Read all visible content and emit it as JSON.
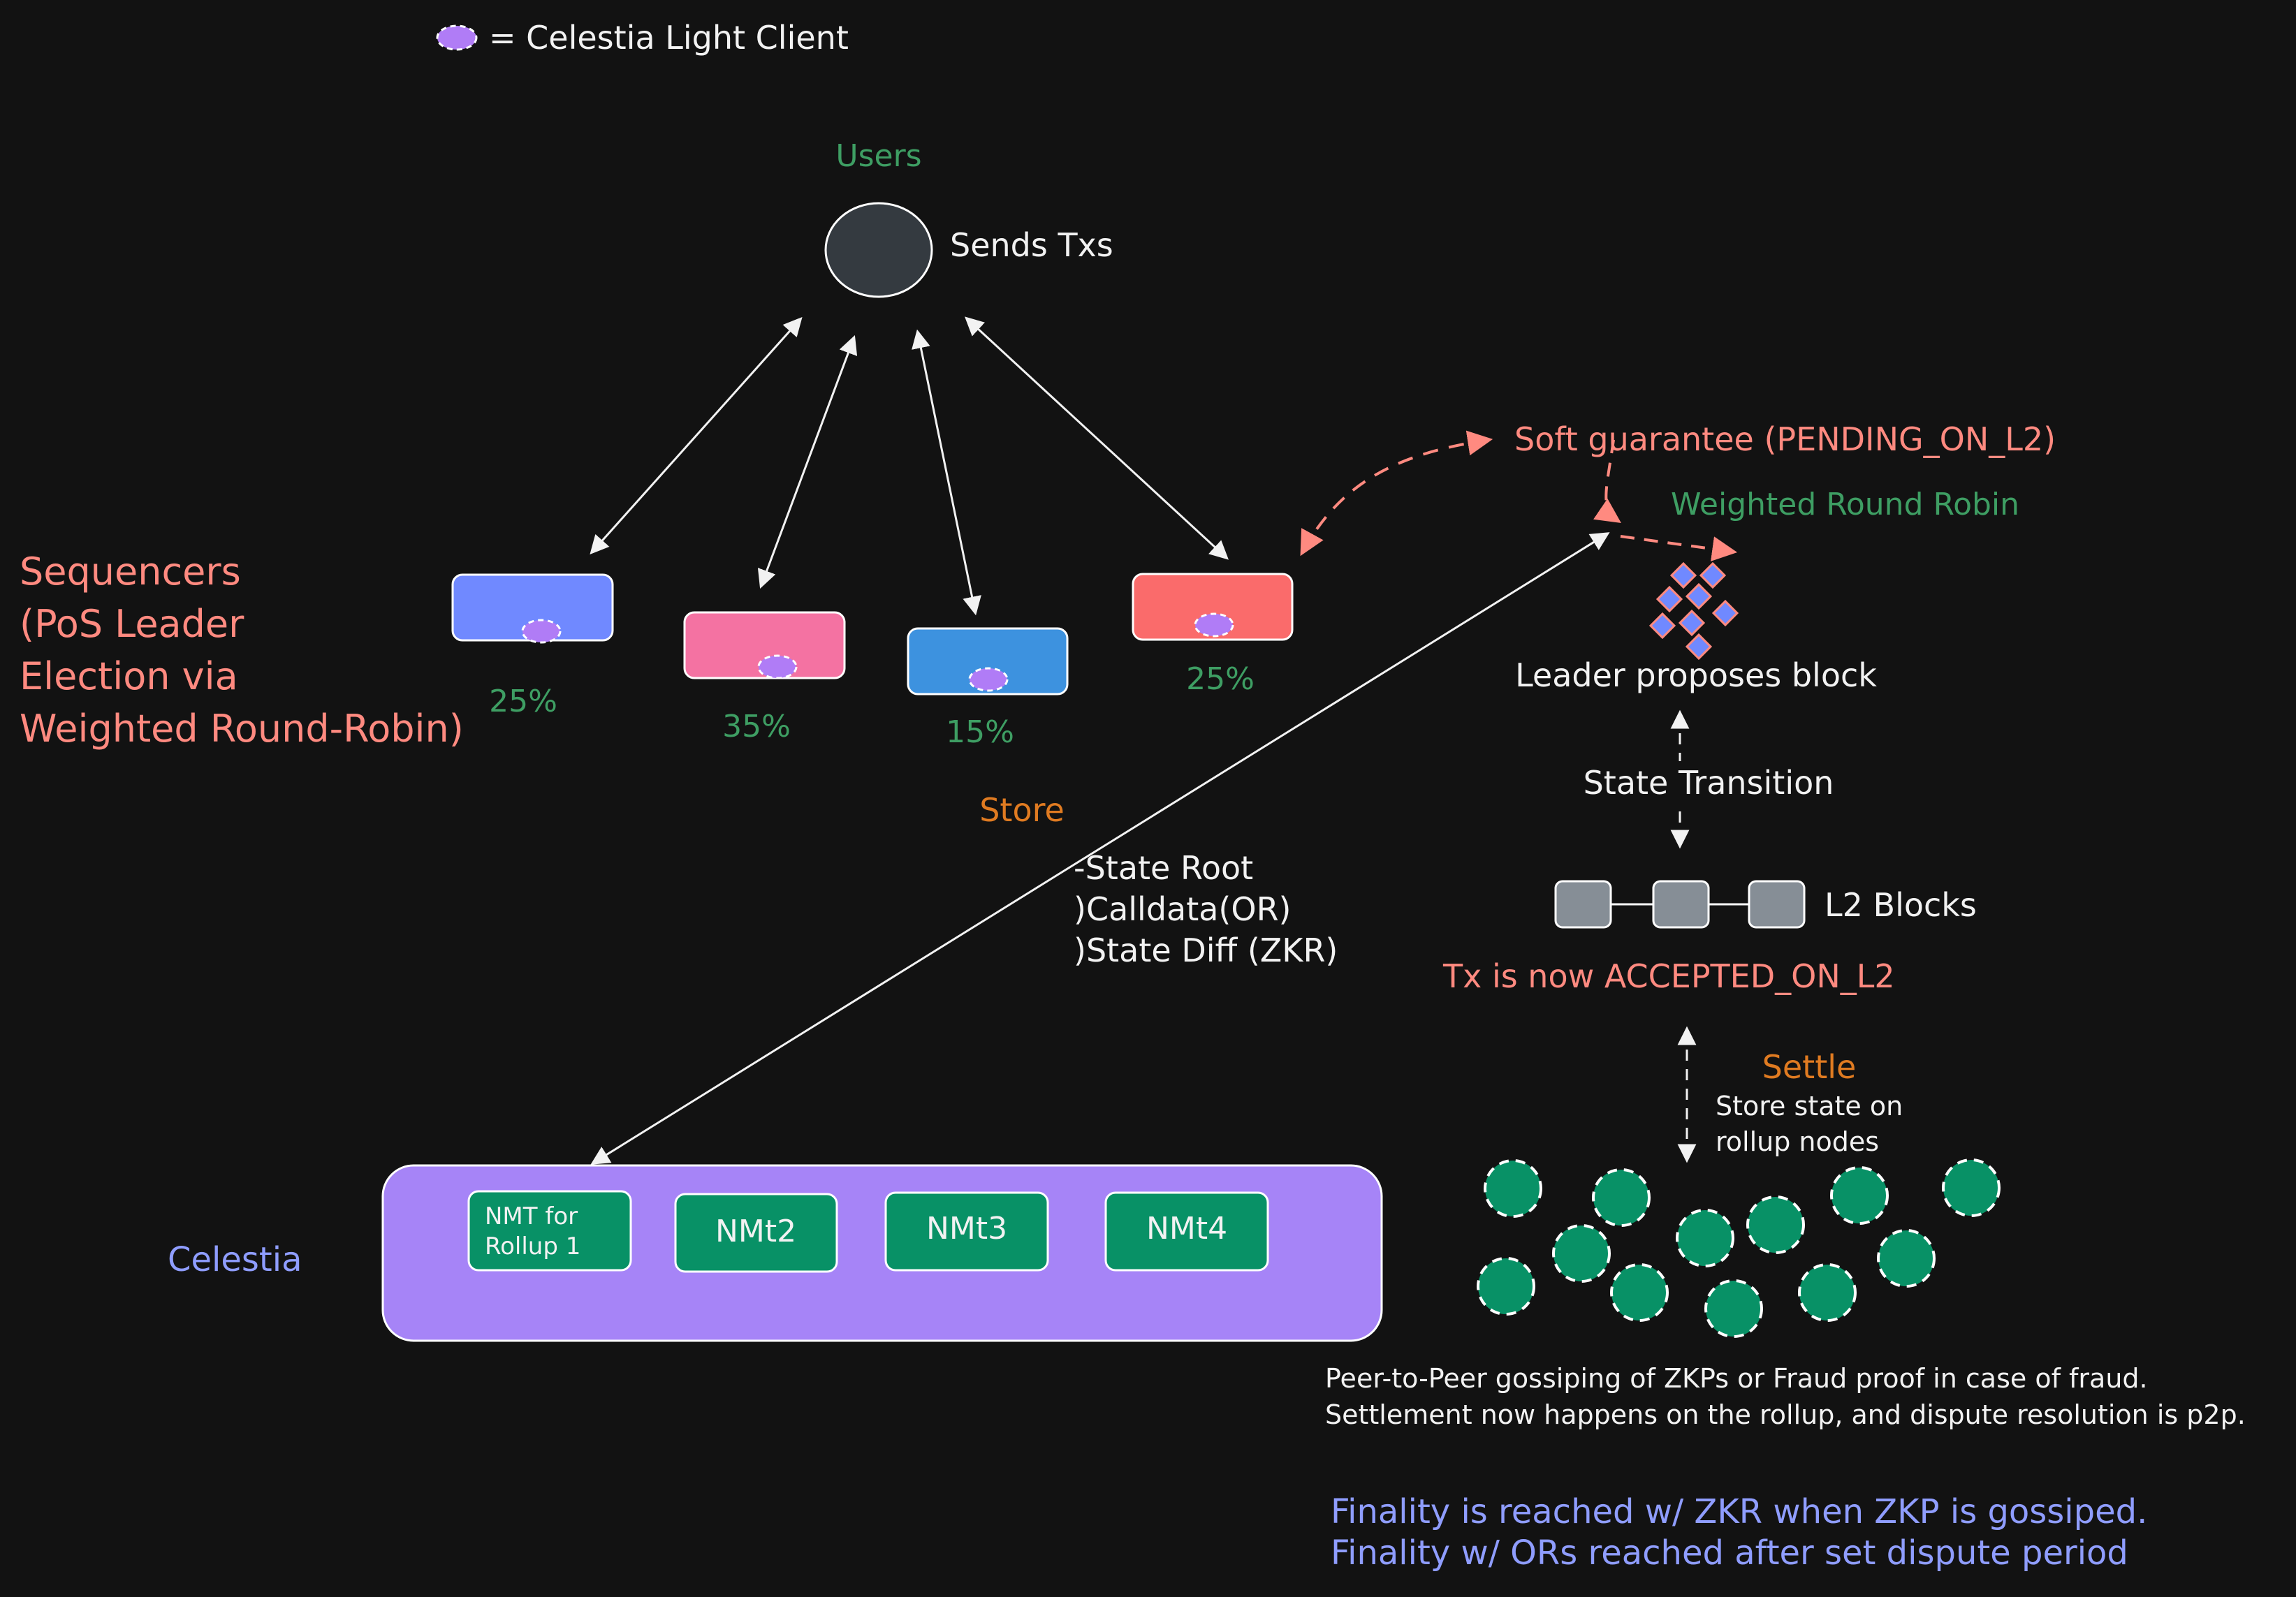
{
  "legend": {
    "label": "= Celestia Light Client",
    "icon": "light-client-icon"
  },
  "users": {
    "title": "Users",
    "action": "Sends Txs"
  },
  "sequencers": {
    "title_lines": [
      "Sequencers",
      "(PoS Leader",
      "Election via",
      "Weighted Round-Robin)"
    ],
    "nodes": [
      {
        "share": "25%",
        "color": "#7089ff"
      },
      {
        "share": "35%",
        "color": "#f472a2"
      },
      {
        "share": "15%",
        "color": "#3d92df"
      },
      {
        "share": "25%",
        "color": "#fa6b6b"
      }
    ]
  },
  "soft_guarantee": "Soft guarantee (PENDING_ON_L2)",
  "round_robin": "Weighted Round Robin",
  "leader": "Leader proposes block",
  "state_transition": "State Transition",
  "l2_blocks": "L2 Blocks",
  "accepted": "Tx is now ACCEPTED_ON_L2",
  "store": {
    "title": "Store",
    "lines": [
      "-State Root",
      ")Calldata(OR)",
      ")State Diff (ZKR)"
    ]
  },
  "settle": {
    "title": "Settle",
    "lines": [
      "Store state on",
      "rollup nodes"
    ]
  },
  "celestia": {
    "label": "Celestia",
    "color": "#a684f7",
    "nmts": [
      {
        "lines": [
          "NMT for",
          "Rollup 1"
        ]
      },
      {
        "lines": [
          "NMt2"
        ]
      },
      {
        "lines": [
          "NMt3"
        ]
      },
      {
        "lines": [
          "NMt4"
        ]
      }
    ]
  },
  "p2p": [
    "Peer-to-Peer gossiping of ZKPs or Fraud proof in case of fraud.",
    "Settlement now happens on the rollup, and dispute resolution is p2p."
  ],
  "finality": [
    "Finality is reached w/ ZKR when ZKP is gossiped.",
    "Finality w/ ORs reached after set dispute period"
  ],
  "colors": {
    "background": "#121212",
    "nmt": "#089166",
    "rollup_node": "#089166",
    "user_node": "#343a40",
    "block": "#868e96",
    "arrow_white": "#f2f2f2",
    "arrow_salmon": "#ff8a80"
  }
}
